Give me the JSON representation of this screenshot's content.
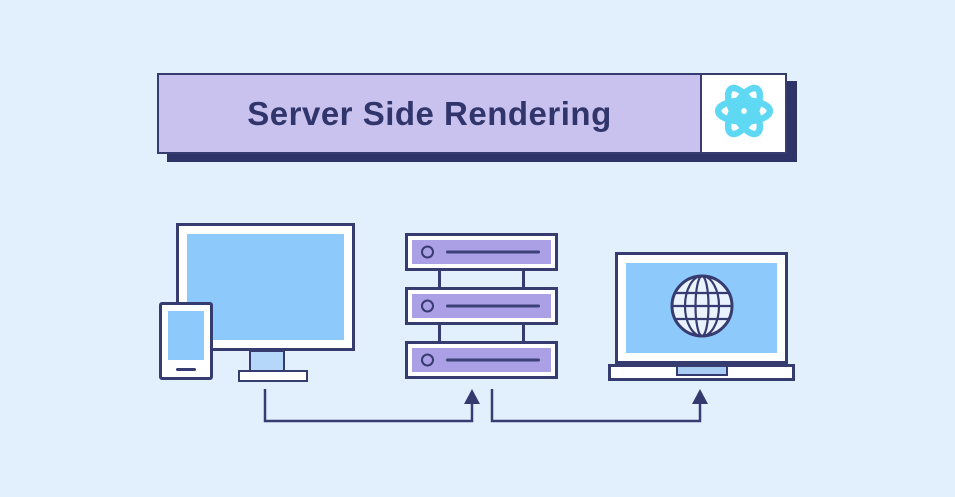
{
  "banner": {
    "title": "Server Side Rendering",
    "logo_icon": "react-logo-icon"
  },
  "diagram": {
    "icons": [
      "desktop-monitor-icon",
      "smartphone-icon",
      "server-stack-icon",
      "laptop-icon",
      "globe-icon",
      "clients-to-server-arrow",
      "server-to-browser-arrow"
    ]
  },
  "colors": {
    "background": "#e2f0fd",
    "navy": "#363b70",
    "banner_lavender": "#c9c2ee",
    "server_purple": "#aba0e6",
    "screen_blue": "#8ec9fb",
    "accent_light_blue": "#b5d7fa",
    "react_cyan": "#5fd8f3",
    "globe_fill": "#eaf2fd",
    "white": "#ffffff"
  }
}
